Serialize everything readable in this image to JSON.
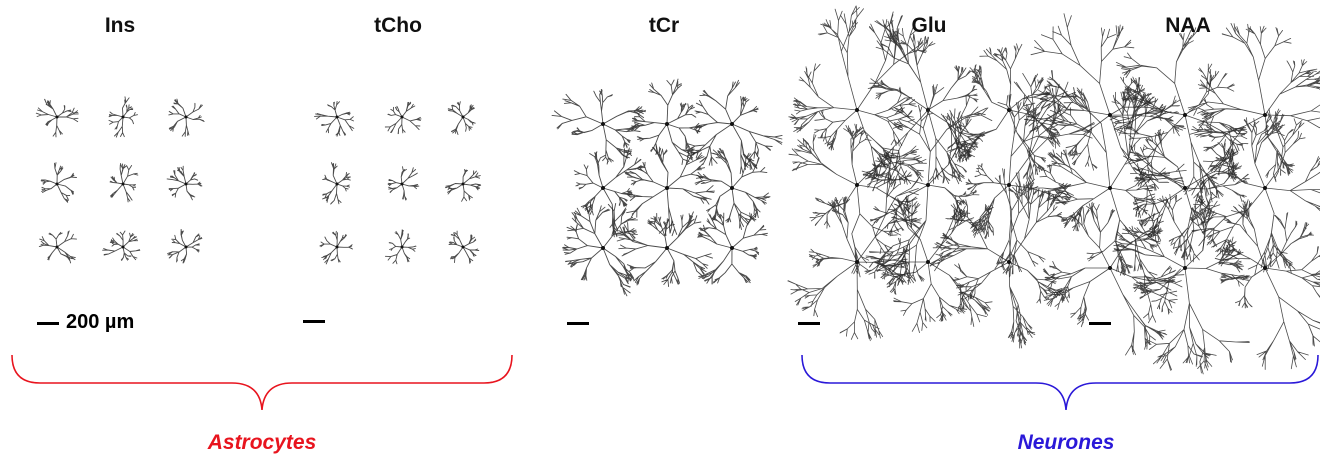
{
  "panels": [
    {
      "title": "Ins",
      "size": 1
    },
    {
      "title": "tCho",
      "size": 1
    },
    {
      "title": "tCr",
      "size": 2
    },
    {
      "title": "Glu",
      "size": 3
    },
    {
      "title": "NAA",
      "size": 3
    }
  ],
  "scale_bar": {
    "label": "200 µm"
  },
  "groups": [
    {
      "label": "Astrocytes",
      "color": "#e8141e"
    },
    {
      "label": "Neurones",
      "color": "#2a18d8"
    }
  ]
}
